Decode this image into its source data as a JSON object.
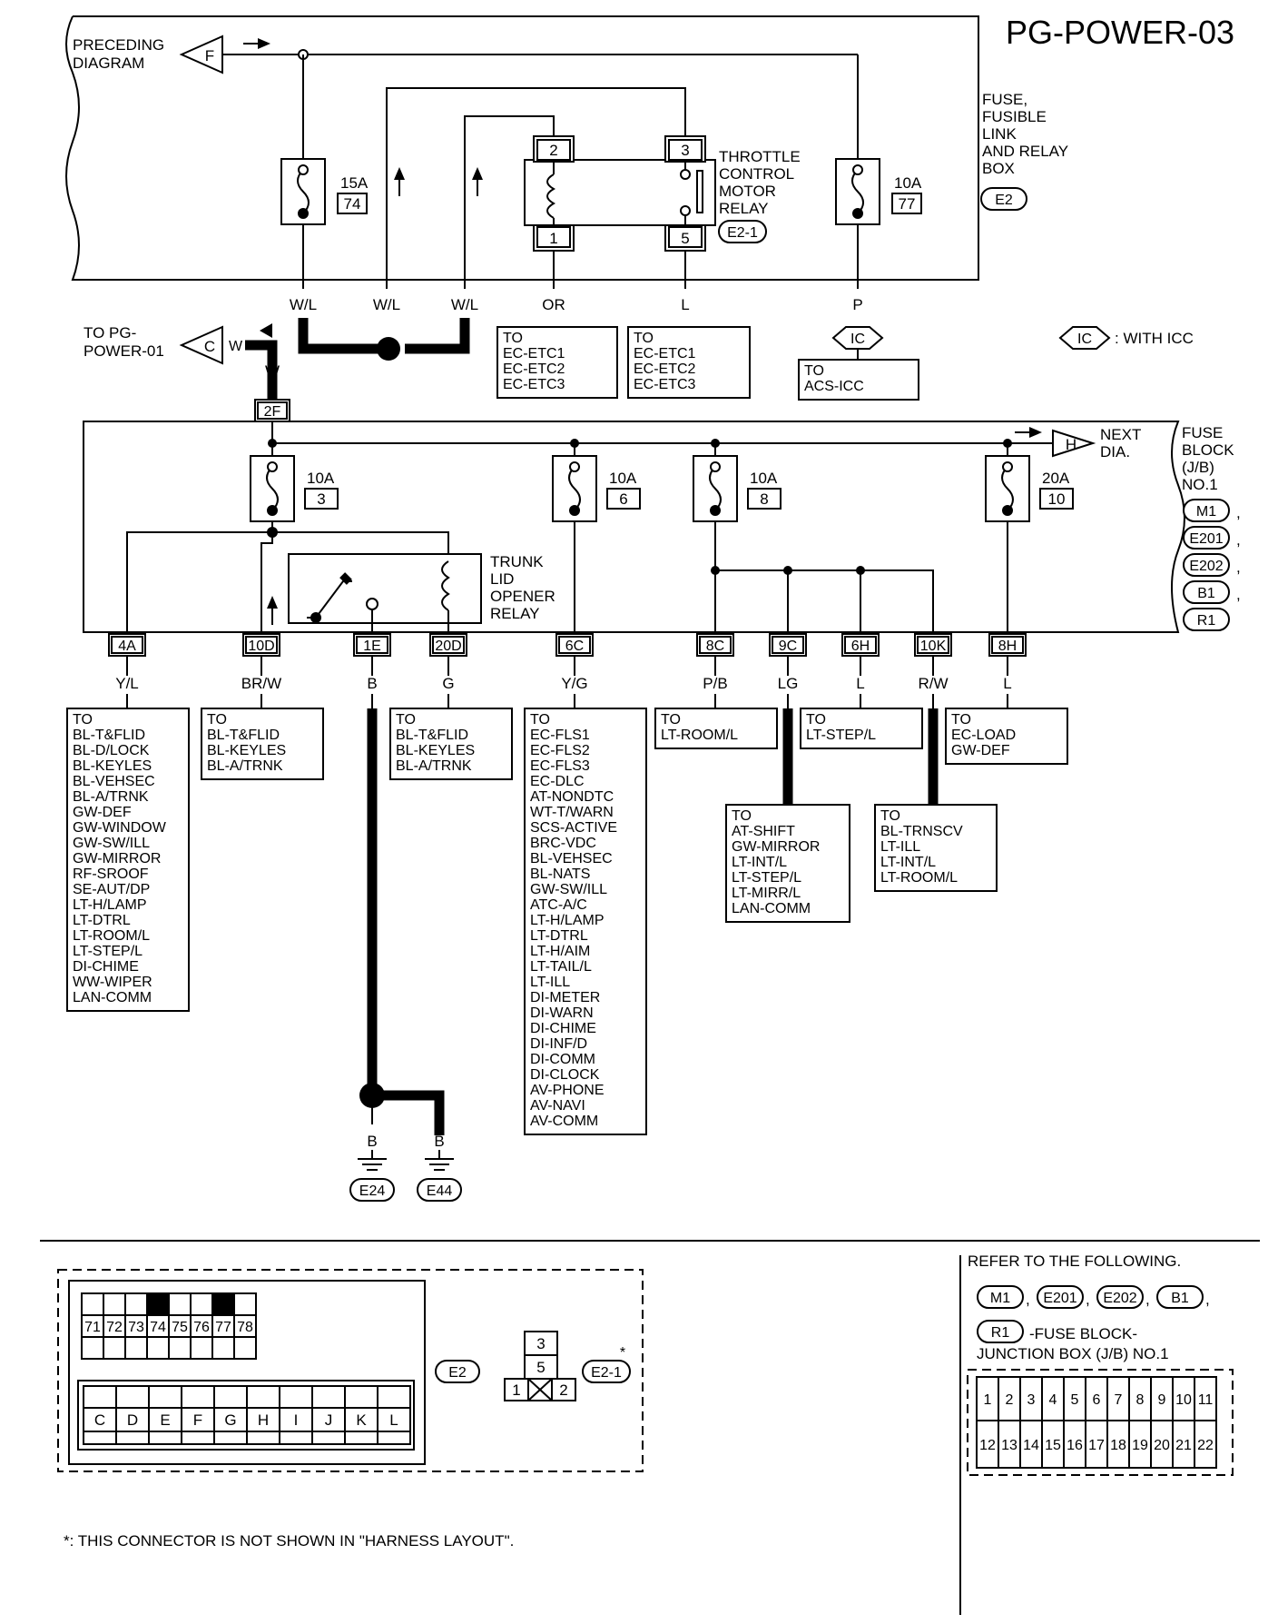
{
  "page_title": "PG-POWER-03",
  "fuse_box": {
    "name_lines": [
      "FUSE,",
      "FUSIBLE",
      "LINK",
      "AND RELAY",
      "BOX"
    ],
    "connector": "E2"
  },
  "preceding": {
    "lines": [
      "PRECEDING",
      "DIAGRAM"
    ],
    "tag": "F"
  },
  "fuses_top": [
    {
      "amp": "15A",
      "num": "74"
    },
    {
      "amp": "10A",
      "num": "77"
    }
  ],
  "throttle_relay": {
    "lines": [
      "THROTTLE",
      "CONTROL",
      "MOTOR",
      "RELAY"
    ],
    "connector": "E2-1",
    "pins": [
      "2",
      "3",
      "1",
      "5"
    ]
  },
  "top_wires": [
    "W/L",
    "W/L",
    "W/L",
    "OR",
    "L",
    "P"
  ],
  "to_pg_power01": {
    "lines": [
      "TO PG-",
      "POWER-01"
    ],
    "tag": "C",
    "wire": "W",
    "wire2": "W",
    "connector": "2F"
  },
  "top_dest": [
    [
      "TO",
      "EC-ETC1",
      "EC-ETC2",
      "EC-ETC3"
    ],
    [
      "TO",
      "EC-ETC1",
      "EC-ETC2",
      "EC-ETC3"
    ],
    [
      "TO",
      "ACS-ICC"
    ]
  ],
  "icc": {
    "tag": "IC",
    "legend": ": WITH ICC"
  },
  "fuse_block": {
    "lines": [
      "FUSE",
      "BLOCK",
      "(J/B)",
      "NO.1"
    ],
    "connectors": [
      "M1",
      "E201",
      "E202",
      "B1",
      "R1"
    ],
    "comma": ","
  },
  "next": {
    "lines": [
      "NEXT",
      "DIA."
    ],
    "tag": "H"
  },
  "fuses_jb": [
    {
      "amp": "10A",
      "num": "3"
    },
    {
      "amp": "10A",
      "num": "6"
    },
    {
      "amp": "10A",
      "num": "8"
    },
    {
      "amp": "20A",
      "num": "10"
    }
  ],
  "trunk_relay": {
    "lines": [
      "TRUNK",
      "LID",
      "OPENER",
      "RELAY"
    ]
  },
  "jb_pins": [
    "4A",
    "10D",
    "1E",
    "20D",
    "6C",
    "8C",
    "9C",
    "6H",
    "10K",
    "8H"
  ],
  "jb_wires": [
    "Y/L",
    "BR/W",
    "B",
    "G",
    "Y/G",
    "P/B",
    "LG",
    "L",
    "R/W",
    "L"
  ],
  "ground": {
    "wires": [
      "B",
      "B"
    ],
    "connectors": [
      "E24",
      "E44"
    ]
  },
  "bottom_dest": {
    "yl": [
      "TO",
      "BL-T&FLID",
      "BL-D/LOCK",
      "BL-KEYLES",
      "BL-VEHSEC",
      "BL-A/TRNK",
      "GW-DEF",
      "GW-WINDOW",
      "GW-SW/ILL",
      "GW-MIRROR",
      "RF-SROOF",
      "SE-AUT/DP",
      "LT-H/LAMP",
      "LT-DTRL",
      "LT-ROOM/L",
      "LT-STEP/L",
      "DI-CHIME",
      "WW-WIPER",
      "LAN-COMM"
    ],
    "brw": [
      "TO",
      "BL-T&FLID",
      "BL-KEYLES",
      "BL-A/TRNK"
    ],
    "g": [
      "TO",
      "BL-T&FLID",
      "BL-KEYLES",
      "BL-A/TRNK"
    ],
    "yg": [
      "TO",
      "EC-FLS1",
      "EC-FLS2",
      "EC-FLS3",
      "EC-DLC",
      "AT-NONDTC",
      "WT-T/WARN",
      "SCS-ACTIVE",
      "BRC-VDC",
      "BL-VEHSEC",
      "BL-NATS",
      "GW-SW/ILL",
      "ATC-A/C",
      "LT-H/LAMP",
      "LT-DTRL",
      "LT-H/AIM",
      "LT-TAIL/L",
      "LT-ILL",
      "DI-METER",
      "DI-WARN",
      "DI-CHIME",
      "DI-INF/D",
      "DI-COMM",
      "DI-CLOCK",
      "AV-PHONE",
      "AV-NAVI",
      "AV-COMM"
    ],
    "pb": [
      "TO",
      "LT-ROOM/L"
    ],
    "l6h": [
      "TO",
      "LT-STEP/L"
    ],
    "l8h": [
      "TO",
      "EC-LOAD",
      "GW-DEF"
    ],
    "lg": [
      "TO",
      "AT-SHIFT",
      "GW-MIRROR",
      "LT-INT/L",
      "LT-STEP/L",
      "LT-MIRR/L",
      "LAN-COMM"
    ],
    "rw": [
      "TO",
      "BL-TRNSCV",
      "LT-ILL",
      "LT-INT/L",
      "LT-ROOM/L"
    ]
  },
  "connector_views": {
    "e2_top": [
      "71",
      "72",
      "73",
      "74",
      "75",
      "76",
      "77",
      "78"
    ],
    "e2_bottom": [
      "C",
      "D",
      "E",
      "F",
      "G",
      "H",
      "I",
      "J",
      "K",
      "L"
    ],
    "e2_label": "E2",
    "e21_pins": [
      "3",
      "5",
      "1",
      "2"
    ],
    "e21_label": "E2-1",
    "asterisk": "*"
  },
  "refer": {
    "title": "REFER TO THE FOLLOWING.",
    "connectors": [
      "M1",
      "E201",
      "E202",
      "B1",
      "R1"
    ],
    "comma": ",",
    "desc_1": "-FUSE BLOCK-",
    "desc_2": "JUNCTION BOX (J/B) NO.1",
    "grid_top": [
      "1",
      "2",
      "3",
      "4",
      "5",
      "6",
      "7",
      "8",
      "9",
      "10",
      "11"
    ],
    "grid_bottom": [
      "12",
      "13",
      "14",
      "15",
      "16",
      "17",
      "18",
      "19",
      "20",
      "21",
      "22"
    ]
  },
  "footnote": "*: THIS CONNECTOR IS NOT SHOWN IN \"HARNESS LAYOUT\"."
}
